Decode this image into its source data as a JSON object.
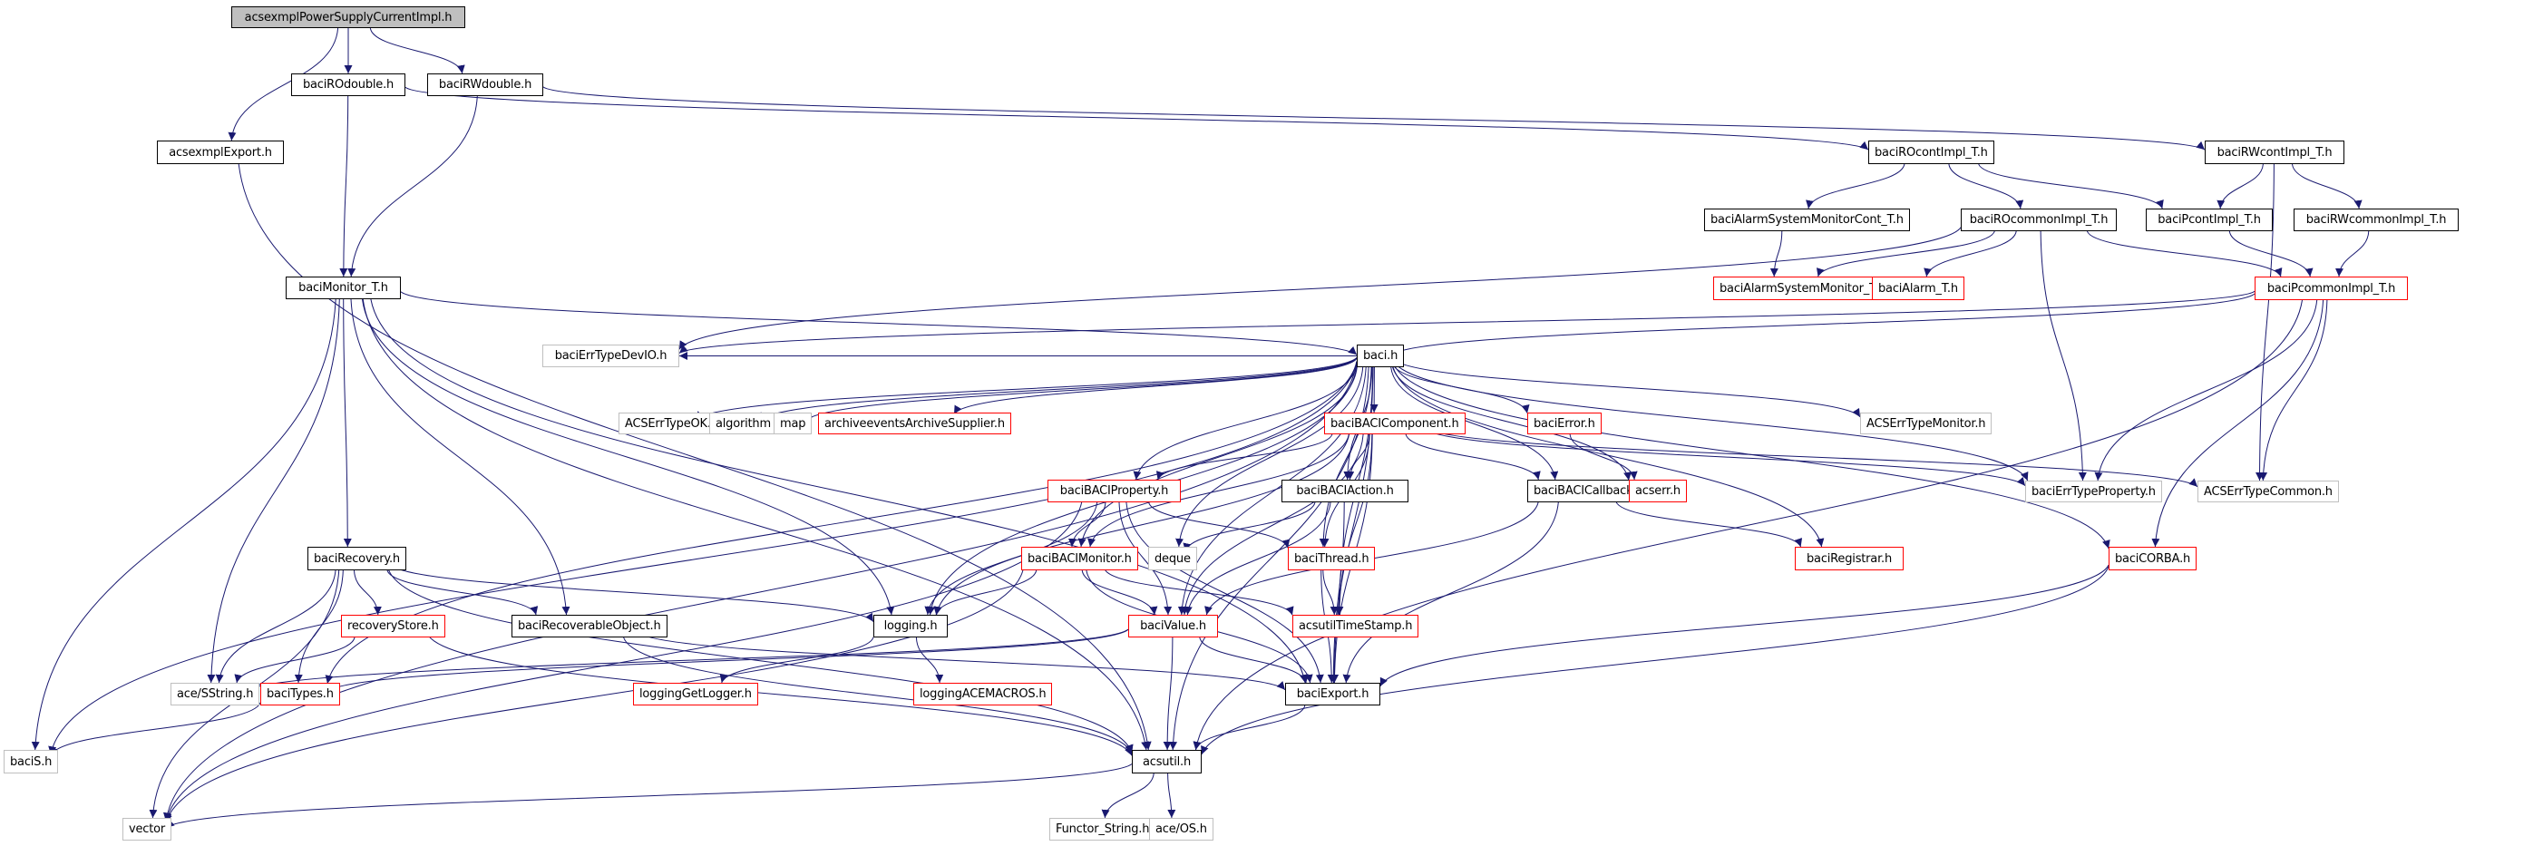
{
  "diagram": {
    "title": "acsexmplPowerSupplyCurrentImpl.h include dependency graph",
    "colors": {
      "edge": "#191970",
      "root_fill": "#bfbfbf",
      "normal_border": "#000000",
      "truncated_border": "#ff0000",
      "external_border": "#bfbfbf"
    },
    "nodes": [
      {
        "id": "root",
        "label": "acsexmplPowerSupplyCurrentImpl.h",
        "kind": "root"
      },
      {
        "id": "baciROdouble",
        "label": "baciROdouble.h",
        "kind": "normal"
      },
      {
        "id": "baciRWdouble",
        "label": "baciRWdouble.h",
        "kind": "normal"
      },
      {
        "id": "acsexmplExport",
        "label": "acsexmplExport.h",
        "kind": "normal"
      },
      {
        "id": "baciROcontImpl",
        "label": "baciROcontImpl_T.h",
        "kind": "normal"
      },
      {
        "id": "baciRWcontImpl",
        "label": "baciRWcontImpl_T.h",
        "kind": "normal"
      },
      {
        "id": "baciAlarmSystemMonitorCont",
        "label": "baciAlarmSystemMonitorCont_T.h",
        "kind": "normal"
      },
      {
        "id": "baciROcommonImpl",
        "label": "baciROcommonImpl_T.h",
        "kind": "normal"
      },
      {
        "id": "baciPcontImpl",
        "label": "baciPcontImpl_T.h",
        "kind": "normal"
      },
      {
        "id": "baciRWcommonImpl",
        "label": "baciRWcommonImpl_T.h",
        "kind": "normal"
      },
      {
        "id": "baciMonitor",
        "label": "baciMonitor_T.h",
        "kind": "normal"
      },
      {
        "id": "baciAlarmSystemMonitor",
        "label": "baciAlarmSystemMonitor_T.h",
        "kind": "truncated"
      },
      {
        "id": "baciAlarm",
        "label": "baciAlarm_T.h",
        "kind": "truncated"
      },
      {
        "id": "baciPcommonImpl",
        "label": "baciPcommonImpl_T.h",
        "kind": "truncated"
      },
      {
        "id": "baciErrTypeDevIO",
        "label": "baciErrTypeDevIO.h",
        "kind": "external"
      },
      {
        "id": "baci",
        "label": "baci.h",
        "kind": "normal"
      },
      {
        "id": "ACSErrTypeOK",
        "label": "ACSErrTypeOK.h",
        "kind": "external"
      },
      {
        "id": "algorithm",
        "label": "algorithm",
        "kind": "external"
      },
      {
        "id": "map",
        "label": "map",
        "kind": "external"
      },
      {
        "id": "archiveevents",
        "label": "archiveeventsArchiveSupplier.h",
        "kind": "truncated"
      },
      {
        "id": "baciBACIComponent",
        "label": "baciBACIComponent.h",
        "kind": "truncated"
      },
      {
        "id": "baciError",
        "label": "baciError.h",
        "kind": "truncated"
      },
      {
        "id": "ACSErrTypeMonitor",
        "label": "ACSErrTypeMonitor.h",
        "kind": "external"
      },
      {
        "id": "baciBACIProperty",
        "label": "baciBACIProperty.h",
        "kind": "truncated"
      },
      {
        "id": "baciBACIAction",
        "label": "baciBACIAction.h",
        "kind": "normal"
      },
      {
        "id": "baciBACICallback",
        "label": "baciBACICallback.h",
        "kind": "normal"
      },
      {
        "id": "acserr",
        "label": "acserr.h",
        "kind": "truncated"
      },
      {
        "id": "baciErrTypeProperty",
        "label": "baciErrTypeProperty.h",
        "kind": "external"
      },
      {
        "id": "ACSErrTypeCommon",
        "label": "ACSErrTypeCommon.h",
        "kind": "external"
      },
      {
        "id": "baciRecovery",
        "label": "baciRecovery.h",
        "kind": "normal"
      },
      {
        "id": "baciBACIMonitor",
        "label": "baciBACIMonitor.h",
        "kind": "truncated"
      },
      {
        "id": "deque",
        "label": "deque",
        "kind": "external"
      },
      {
        "id": "baciThread",
        "label": "baciThread.h",
        "kind": "truncated"
      },
      {
        "id": "baciRegistrar",
        "label": "baciRegistrar.h",
        "kind": "truncated"
      },
      {
        "id": "baciCORBA",
        "label": "baciCORBA.h",
        "kind": "truncated"
      },
      {
        "id": "recoveryStore",
        "label": "recoveryStore.h",
        "kind": "truncated"
      },
      {
        "id": "baciRecoverableObject",
        "label": "baciRecoverableObject.h",
        "kind": "normal"
      },
      {
        "id": "logging",
        "label": "logging.h",
        "kind": "normal"
      },
      {
        "id": "baciValue",
        "label": "baciValue.h",
        "kind": "truncated"
      },
      {
        "id": "acsutilTimeStamp",
        "label": "acsutilTimeStamp.h",
        "kind": "truncated"
      },
      {
        "id": "SString",
        "label": "ace/SString.h",
        "kind": "external"
      },
      {
        "id": "baciTypes",
        "label": "baciTypes.h",
        "kind": "truncated"
      },
      {
        "id": "loggingGetLogger",
        "label": "loggingGetLogger.h",
        "kind": "truncated"
      },
      {
        "id": "loggingACEMACROS",
        "label": "loggingACEMACROS.h",
        "kind": "truncated"
      },
      {
        "id": "baciExport",
        "label": "baciExport.h",
        "kind": "normal"
      },
      {
        "id": "baciS",
        "label": "baciS.h",
        "kind": "external"
      },
      {
        "id": "acsutil",
        "label": "acsutil.h",
        "kind": "normal"
      },
      {
        "id": "vector",
        "label": "vector",
        "kind": "external"
      },
      {
        "id": "FunctorString",
        "label": "Functor_String.h",
        "kind": "external"
      },
      {
        "id": "aceOS",
        "label": "ace/OS.h",
        "kind": "external"
      }
    ],
    "edges": [
      [
        "root",
        "acsexmplExport"
      ],
      [
        "root",
        "baciROdouble"
      ],
      [
        "root",
        "baciRWdouble"
      ],
      [
        "baciROdouble",
        "baciMonitor"
      ],
      [
        "baciROdouble",
        "baciROcontImpl"
      ],
      [
        "baciRWdouble",
        "baciMonitor"
      ],
      [
        "baciRWdouble",
        "baciRWcontImpl"
      ],
      [
        "acsexmplExport",
        "acsutil"
      ],
      [
        "baciROcontImpl",
        "baciAlarmSystemMonitorCont"
      ],
      [
        "baciROcontImpl",
        "baciROcommonImpl"
      ],
      [
        "baciROcontImpl",
        "baciPcontImpl"
      ],
      [
        "baciRWcontImpl",
        "baciPcontImpl"
      ],
      [
        "baciRWcontImpl",
        "baciRWcommonImpl"
      ],
      [
        "baciRWcontImpl",
        "ACSErrTypeCommon"
      ],
      [
        "baciAlarmSystemMonitorCont",
        "baciAlarmSystemMonitor"
      ],
      [
        "baciROcommonImpl",
        "baciAlarmSystemMonitor"
      ],
      [
        "baciROcommonImpl",
        "baciAlarm"
      ],
      [
        "baciROcommonImpl",
        "baciPcommonImpl"
      ],
      [
        "baciROcommonImpl",
        "baciErrTypeDevIO"
      ],
      [
        "baciROcommonImpl",
        "baciErrTypeProperty"
      ],
      [
        "baciPcontImpl",
        "baciPcommonImpl"
      ],
      [
        "baciRWcommonImpl",
        "baciPcommonImpl"
      ],
      [
        "baciPcommonImpl",
        "baci"
      ],
      [
        "baciPcommonImpl",
        "baciErrTypeDevIO"
      ],
      [
        "baciPcommonImpl",
        "baciErrTypeProperty"
      ],
      [
        "baciPcommonImpl",
        "ACSErrTypeCommon"
      ],
      [
        "baciPcommonImpl",
        "baciCORBA"
      ],
      [
        "baciPcommonImpl",
        "acsutil"
      ],
      [
        "baciMonitor",
        "baci"
      ],
      [
        "baciMonitor",
        "baciS"
      ],
      [
        "baciMonitor",
        "baciRecovery"
      ],
      [
        "baciMonitor",
        "baciRecoverableObject"
      ],
      [
        "baciMonitor",
        "SString"
      ],
      [
        "baciMonitor",
        "logging"
      ],
      [
        "baciMonitor",
        "acsutil"
      ],
      [
        "baciMonitor",
        "baciExport"
      ],
      [
        "baci",
        "baciErrTypeDevIO"
      ],
      [
        "baci",
        "ACSErrTypeOK"
      ],
      [
        "baci",
        "algorithm"
      ],
      [
        "baci",
        "map"
      ],
      [
        "baci",
        "archiveevents"
      ],
      [
        "baci",
        "baciBACIComponent"
      ],
      [
        "baci",
        "baciError"
      ],
      [
        "baci",
        "ACSErrTypeMonitor"
      ],
      [
        "baci",
        "baciBACIProperty"
      ],
      [
        "baci",
        "baciBACIAction"
      ],
      [
        "baci",
        "baciBACICallback"
      ],
      [
        "baci",
        "acserr"
      ],
      [
        "baci",
        "baciErrTypeProperty"
      ],
      [
        "baci",
        "baciBACIMonitor"
      ],
      [
        "baci",
        "deque"
      ],
      [
        "baci",
        "baciThread"
      ],
      [
        "baci",
        "baciRegistrar"
      ],
      [
        "baci",
        "baciCORBA"
      ],
      [
        "baci",
        "logging"
      ],
      [
        "baci",
        "baciValue"
      ],
      [
        "baci",
        "acsutilTimeStamp"
      ],
      [
        "baci",
        "baciTypes"
      ],
      [
        "baci",
        "baciExport"
      ],
      [
        "baci",
        "baciS"
      ],
      [
        "baci",
        "acsutil"
      ],
      [
        "baci",
        "vector"
      ],
      [
        "baciBACIComponent",
        "baciBACIProperty"
      ],
      [
        "baciBACIComponent",
        "baciBACIAction"
      ],
      [
        "baciBACIComponent",
        "baciBACICallback"
      ],
      [
        "baciBACIComponent",
        "baciBACIMonitor"
      ],
      [
        "baciBACIComponent",
        "baciThread"
      ],
      [
        "baciBACIComponent",
        "logging"
      ],
      [
        "baciBACIComponent",
        "baciValue"
      ],
      [
        "baciBACIComponent",
        "acsutilTimeStamp"
      ],
      [
        "baciBACIComponent",
        "baciExport"
      ],
      [
        "baciBACIComponent",
        "baciErrTypeProperty"
      ],
      [
        "baciBACIComponent",
        "ACSErrTypeCommon"
      ],
      [
        "baciError",
        "acserr"
      ],
      [
        "baciBACIProperty",
        "baciBACIMonitor"
      ],
      [
        "baciBACIProperty",
        "baciThread"
      ],
      [
        "baciBACIProperty",
        "logging"
      ],
      [
        "baciBACIProperty",
        "baciValue"
      ],
      [
        "baciBACIProperty",
        "baciExport"
      ],
      [
        "baciBACIProperty",
        "vector"
      ],
      [
        "baciBACIAction",
        "deque"
      ],
      [
        "baciBACIAction",
        "baciValue"
      ],
      [
        "baciBACIAction",
        "baciExport"
      ],
      [
        "baciBACICallback",
        "baciRegistrar"
      ],
      [
        "baciBACICallback",
        "baciValue"
      ],
      [
        "baciBACICallback",
        "baciExport"
      ],
      [
        "baciRecovery",
        "recoveryStore"
      ],
      [
        "baciRecovery",
        "baciRecoverableObject"
      ],
      [
        "baciRecovery",
        "SString"
      ],
      [
        "baciRecovery",
        "baciTypes"
      ],
      [
        "baciRecovery",
        "vector"
      ],
      [
        "baciRecovery",
        "acsutil"
      ],
      [
        "baciRecovery",
        "logging"
      ],
      [
        "baciBACIMonitor",
        "logging"
      ],
      [
        "baciBACIMonitor",
        "baciValue"
      ],
      [
        "baciBACIMonitor",
        "acsutilTimeStamp"
      ],
      [
        "baciBACIMonitor",
        "baciExport"
      ],
      [
        "baciBACIMonitor",
        "vector"
      ],
      [
        "baciThread",
        "acsutilTimeStamp"
      ],
      [
        "baciThread",
        "baciExport"
      ],
      [
        "baciCORBA",
        "baciExport"
      ],
      [
        "baciCORBA",
        "acsutil"
      ],
      [
        "recoveryStore",
        "SString"
      ],
      [
        "recoveryStore",
        "acsutil"
      ],
      [
        "baciRecoverableObject",
        "baciExport"
      ],
      [
        "baciRecoverableObject",
        "acsutil"
      ],
      [
        "logging",
        "loggingGetLogger"
      ],
      [
        "logging",
        "loggingACEMACROS"
      ],
      [
        "baciValue",
        "SString"
      ],
      [
        "baciValue",
        "baciTypes"
      ],
      [
        "baciValue",
        "baciExport"
      ],
      [
        "baciValue",
        "acsutil"
      ],
      [
        "baciTypes",
        "baciS"
      ],
      [
        "baciExport",
        "acsutil"
      ],
      [
        "acsutil",
        "vector"
      ],
      [
        "acsutil",
        "FunctorString"
      ],
      [
        "acsutil",
        "aceOS"
      ]
    ]
  }
}
